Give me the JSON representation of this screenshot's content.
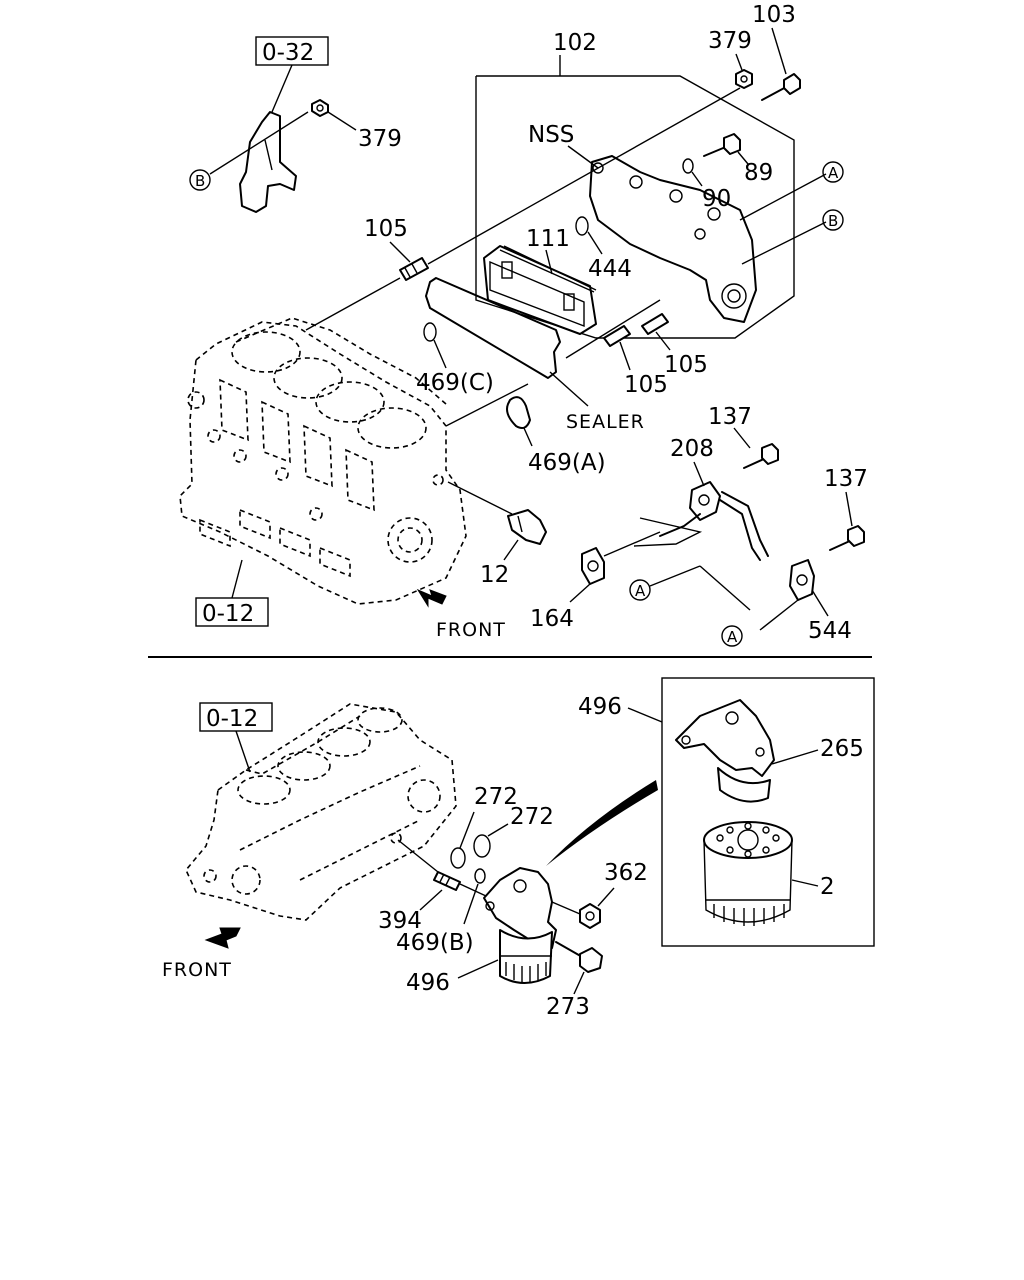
{
  "diagram": {
    "top": {
      "ref_boxes": [
        "0-32",
        "0-12"
      ],
      "labels": {
        "p102": "102",
        "p103": "103",
        "p379a": "379",
        "p379b": "379",
        "pNSS": "NSS",
        "p89": "89",
        "p90": "90",
        "p111": "111",
        "p444": "444",
        "p105a": "105",
        "p105b": "105",
        "p105c": "105",
        "p469c": "469(C)",
        "pSealer": "SEALER",
        "p469a": "469(A)",
        "p137a": "137",
        "p137b": "137",
        "p208": "208",
        "p12": "12",
        "p164": "164",
        "p544": "544",
        "front": "FRONT"
      },
      "markers": {
        "A": "A",
        "B": "B"
      }
    },
    "bottom": {
      "ref_box": "0-12",
      "labels": {
        "p496a": "496",
        "p496b": "496",
        "p265": "265",
        "p272a": "272",
        "p272b": "272",
        "p362": "362",
        "p2": "2",
        "p394": "394",
        "p469b": "469(B)",
        "p273": "273",
        "front": "FRONT"
      }
    }
  }
}
